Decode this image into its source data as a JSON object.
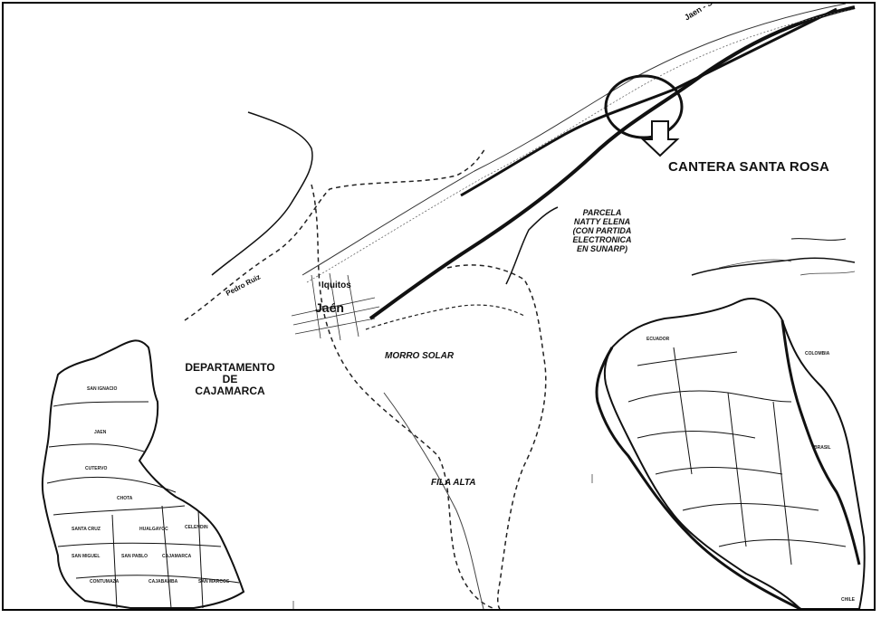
{
  "labels": {
    "cantera": "CANTERA SANTA ROSA",
    "parcela": [
      "PARCELA",
      "NATTY ELENA",
      "(CON PARTIDA",
      "ELECTRONICA",
      "EN SUNARP)"
    ],
    "departamento": [
      "DEPARTAMENTO",
      "DE",
      "CAJAMARCA"
    ],
    "morro_solar": "MORRO SOLAR",
    "fila_alta": "FILA ALTA",
    "iquitos": "Iquitos",
    "jaen": "Jaén",
    "pedro_ruiz": "Pedro Ruiz",
    "road": "Jaen - Sa..."
  },
  "colors": {
    "ink": "#111111",
    "border": "#000000",
    "background": "#ffffff"
  },
  "icons": {
    "pointer_arrow": "arrow-down-outline-icon",
    "highlight": "location-circle-icon"
  }
}
